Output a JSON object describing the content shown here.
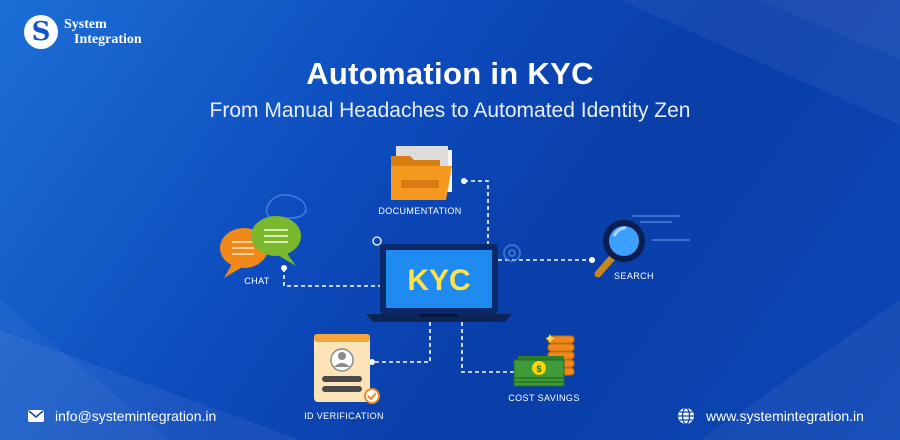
{
  "brand": {
    "name_line1": "System",
    "name_line2": "Integration",
    "logo_letter": "S"
  },
  "hero": {
    "title": "Automation in KYC",
    "subtitle": "From Manual Headaches to Automated Identity Zen"
  },
  "diagram": {
    "center_label": "KYC",
    "nodes": {
      "documentation": "DOCUMENTATION",
      "chat": "CHAT",
      "search": "SEARCH",
      "id_verification": "ID VERIFICATION",
      "cost_savings": "COST SAVINGS"
    },
    "money_symbol": "$"
  },
  "footer": {
    "email": "info@systemintegration.in",
    "website": "www.systemintegration.in"
  },
  "colors": {
    "background": "#0d4bbd",
    "kyc_text": "#ffe14a",
    "folder": "#f59a1e",
    "chat_orange": "#f0891a",
    "chat_green": "#7ab82e",
    "money_green": "#3f9a3a"
  }
}
